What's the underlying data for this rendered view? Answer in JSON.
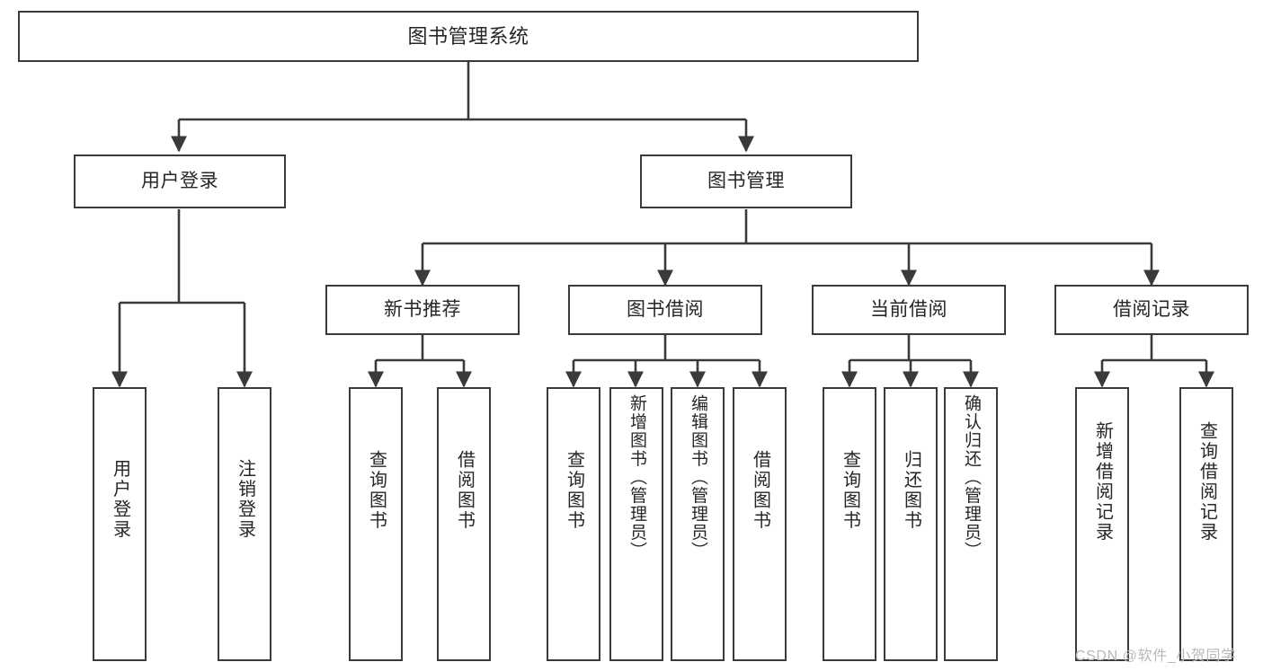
{
  "diagram": {
    "title": "图书管理系统",
    "type": "tree-hierarchy-chart",
    "colors": {
      "border": "#3a3a3a",
      "fill": "#ffffff",
      "text": "#262626",
      "connector": "#3a3a3a",
      "watermark": "#b8b8b8"
    },
    "levels": {
      "root": "图书管理系统",
      "level2": [
        "用户登录",
        "图书管理"
      ],
      "level3": [
        "新书推荐",
        "图书借阅",
        "当前借阅",
        "借阅记录"
      ]
    },
    "nodes": {
      "root": {
        "label": "图书管理系统"
      },
      "user_login": {
        "label": "用户登录"
      },
      "book_manage": {
        "label": "图书管理"
      },
      "new_book_rec": {
        "label": "新书推荐"
      },
      "book_borrow": {
        "label": "图书借阅"
      },
      "current_borrow": {
        "label": "当前借阅"
      },
      "borrow_record": {
        "label": "借阅记录"
      },
      "leaf_user_login": {
        "label": "用户登录"
      },
      "leaf_logout": {
        "label": "注销登录"
      },
      "leaf_query_book_1": {
        "label": "查询图书"
      },
      "leaf_borrow_book_1": {
        "label": "借阅图书"
      },
      "leaf_query_book_2": {
        "label": "查询图书"
      },
      "leaf_add_book": {
        "label": "新增图书（管理员）"
      },
      "leaf_edit_book": {
        "label": "编辑图书（管理员）"
      },
      "leaf_borrow_book_2": {
        "label": "借阅图书"
      },
      "leaf_query_book_3": {
        "label": "查询图书"
      },
      "leaf_return_book": {
        "label": "归还图书"
      },
      "leaf_confirm_return": {
        "label": "确认归还（管理员）"
      },
      "leaf_add_record": {
        "label": "新增借阅记录"
      },
      "leaf_query_record": {
        "label": "查询借阅记录"
      }
    },
    "edges": [
      {
        "from": "root",
        "to": "user_login"
      },
      {
        "from": "root",
        "to": "book_manage"
      },
      {
        "from": "user_login",
        "to": "leaf_user_login"
      },
      {
        "from": "user_login",
        "to": "leaf_logout"
      },
      {
        "from": "book_manage",
        "to": "new_book_rec"
      },
      {
        "from": "book_manage",
        "to": "book_borrow"
      },
      {
        "from": "book_manage",
        "to": "current_borrow"
      },
      {
        "from": "book_manage",
        "to": "borrow_record"
      },
      {
        "from": "new_book_rec",
        "to": "leaf_query_book_1"
      },
      {
        "from": "new_book_rec",
        "to": "leaf_borrow_book_1"
      },
      {
        "from": "book_borrow",
        "to": "leaf_query_book_2"
      },
      {
        "from": "book_borrow",
        "to": "leaf_add_book"
      },
      {
        "from": "book_borrow",
        "to": "leaf_edit_book"
      },
      {
        "from": "book_borrow",
        "to": "leaf_borrow_book_2"
      },
      {
        "from": "current_borrow",
        "to": "leaf_query_book_3"
      },
      {
        "from": "current_borrow",
        "to": "leaf_return_book"
      },
      {
        "from": "current_borrow",
        "to": "leaf_confirm_return"
      },
      {
        "from": "borrow_record",
        "to": "leaf_add_record"
      },
      {
        "from": "borrow_record",
        "to": "leaf_query_record"
      }
    ]
  },
  "watermark": {
    "text": "CSDN @软件_小贺同学"
  }
}
